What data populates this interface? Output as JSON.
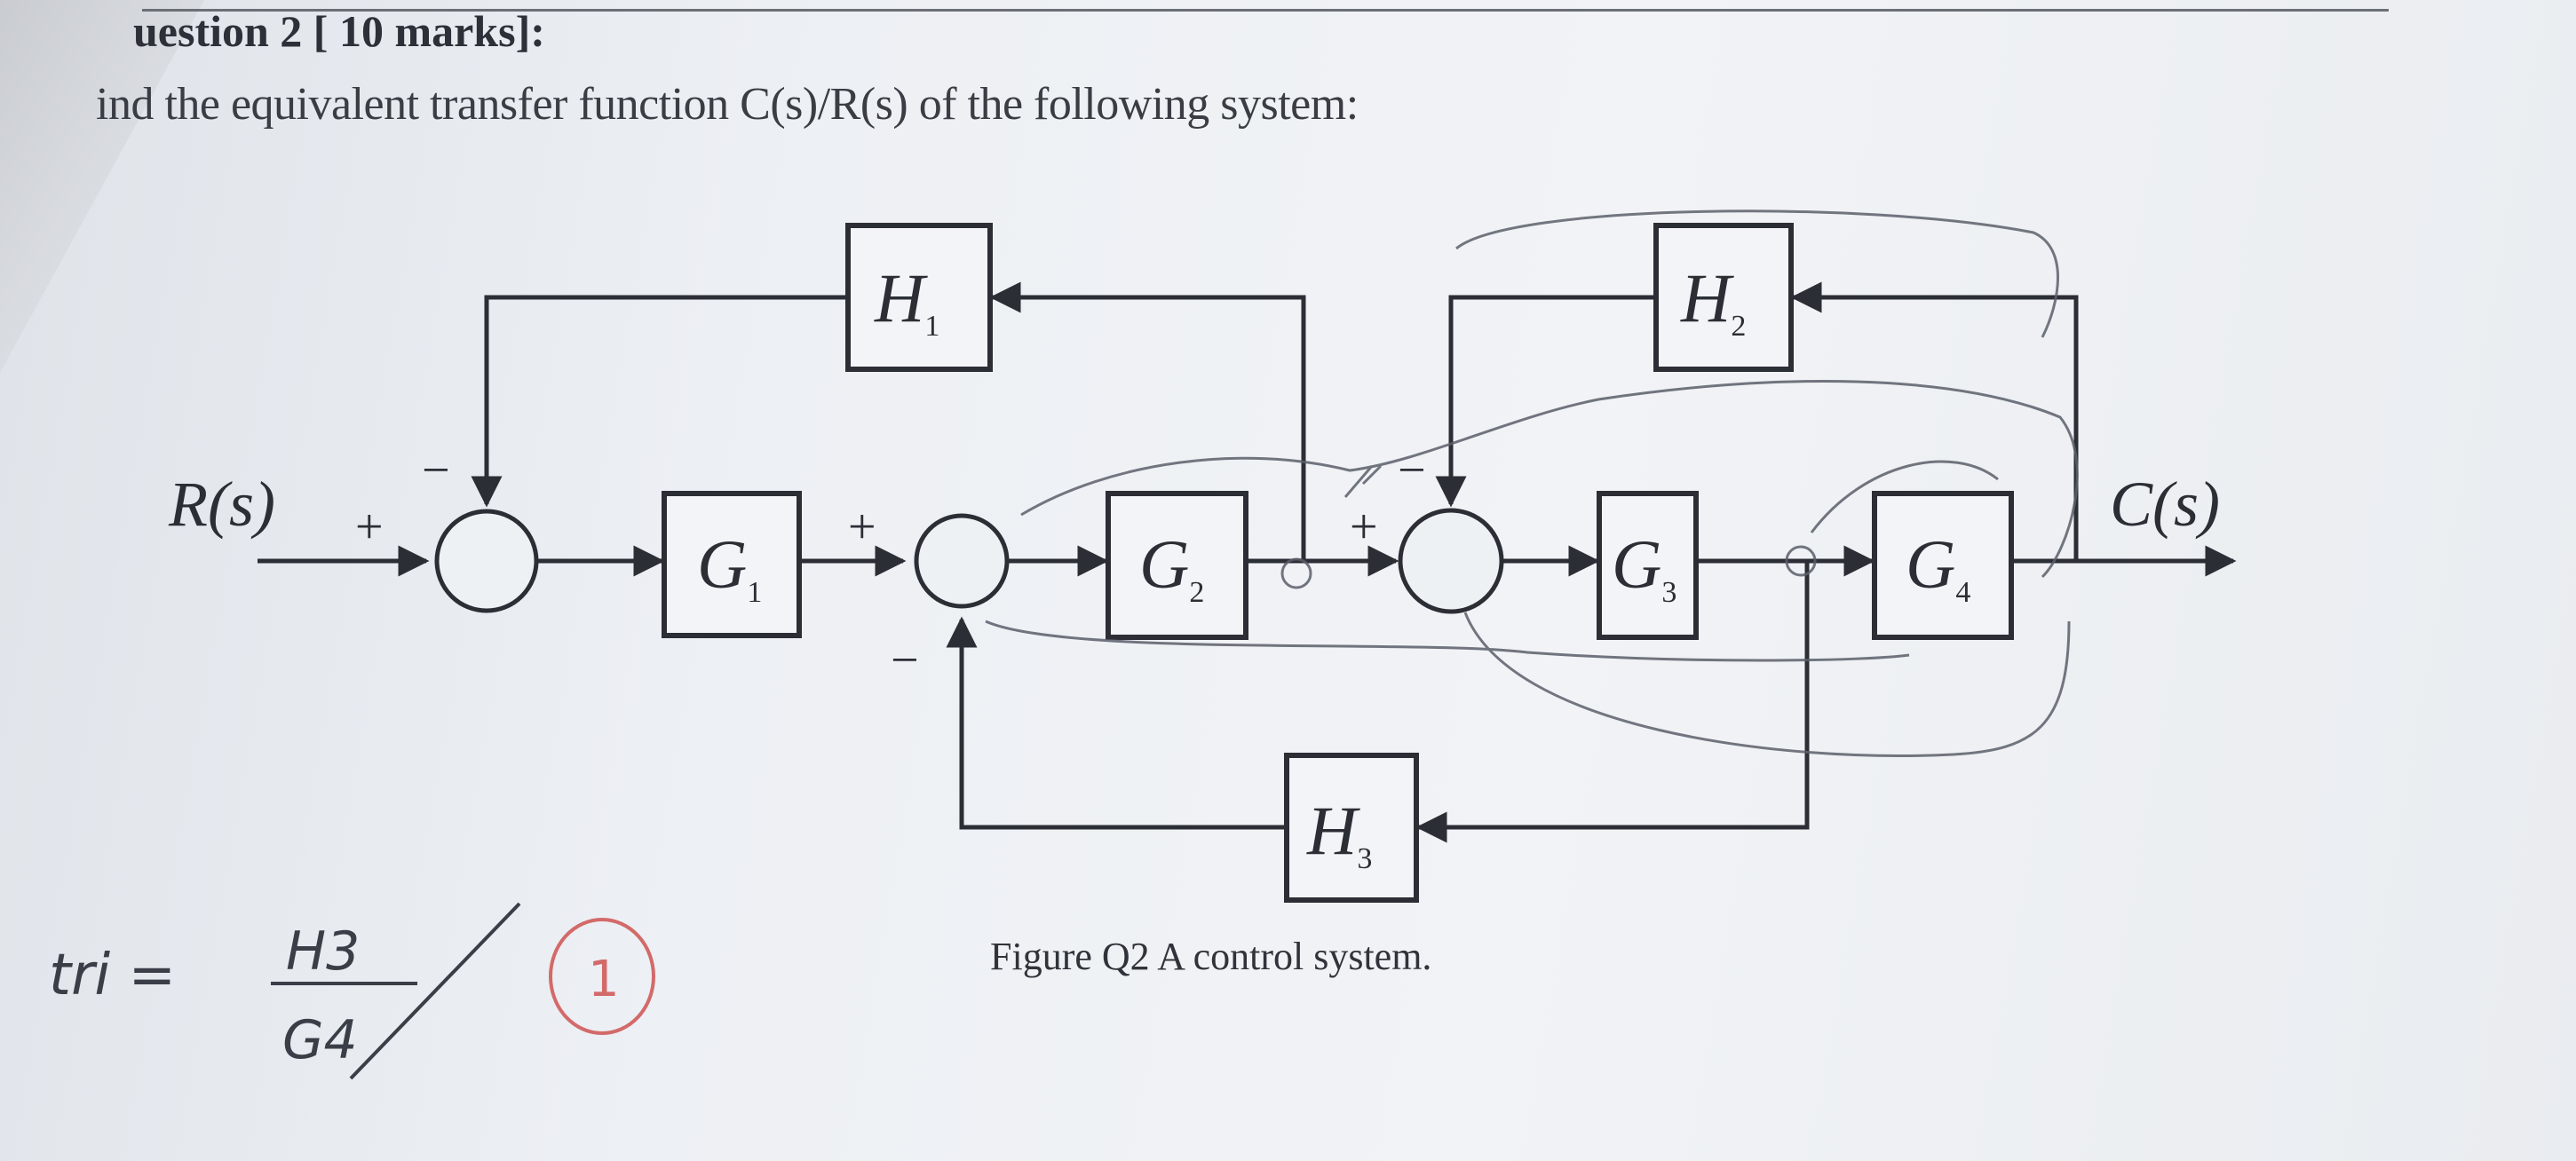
{
  "header": {
    "question_title": "uestion 2 [ 10 marks]:",
    "instruction": "ind the equivalent transfer function C(s)/R(s) of the following system:"
  },
  "diagram": {
    "input_label": "R(s)",
    "output_label": "C(s)",
    "blocks": [
      {
        "id": "G1",
        "symbol": "G",
        "sub": "1"
      },
      {
        "id": "G2",
        "symbol": "G",
        "sub": "2"
      },
      {
        "id": "G3",
        "symbol": "G",
        "sub": "3"
      },
      {
        "id": "G4",
        "symbol": "G",
        "sub": "4"
      },
      {
        "id": "H1",
        "symbol": "H",
        "sub": "1"
      },
      {
        "id": "H2",
        "symbol": "H",
        "sub": "2"
      },
      {
        "id": "H3",
        "symbol": "H",
        "sub": "3"
      }
    ],
    "signs": {
      "s1_input": "+",
      "s1_feedback": "−",
      "s2_input": "+",
      "s2_feedback": "−",
      "s3_input": "+",
      "s3_feedback": "−"
    }
  },
  "caption": "Figure Q2 A control system.",
  "handwritten": {
    "note_left": "tri =",
    "fraction_num": "H3",
    "fraction_den": "G4",
    "mark": "1"
  },
  "colors": {
    "ink": "#2b2e35",
    "pen": "#5a5f6a",
    "red_pen": "#d36a6a"
  }
}
